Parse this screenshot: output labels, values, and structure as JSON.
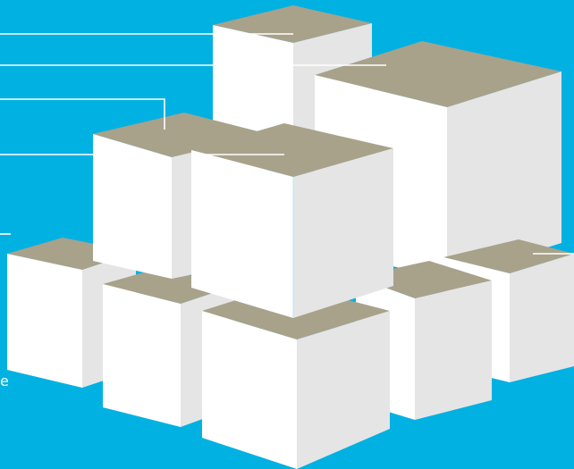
{
  "colors": {
    "background": "#00b1e2",
    "cube_top": "#a8a28b",
    "cube_left": "#ffffff",
    "cube_right": "#e5e5e5",
    "cube_edge": "#7fcbe6",
    "leader_line": "#ffffff"
  },
  "cubes": [
    {
      "id": "back-top-cube"
    },
    {
      "id": "back-right-large-cube"
    },
    {
      "id": "bottom-left-cube"
    },
    {
      "id": "bottom-right-cube"
    },
    {
      "id": "bottom-center-right-cube"
    },
    {
      "id": "bottom-center-left-cube"
    },
    {
      "id": "bottom-front-cube"
    },
    {
      "id": "middle-left-cube"
    },
    {
      "id": "middle-center-cube"
    }
  ],
  "callouts": [
    {
      "id": "callout-1"
    },
    {
      "id": "callout-2"
    },
    {
      "id": "callout-3"
    },
    {
      "id": "callout-4"
    },
    {
      "id": "callout-left-edge"
    },
    {
      "id": "callout-right-edge"
    }
  ],
  "edge_glyph": "e"
}
